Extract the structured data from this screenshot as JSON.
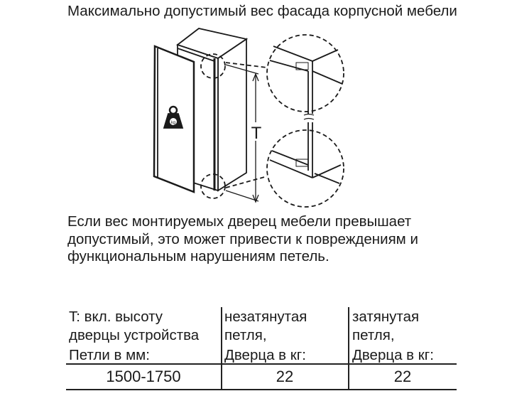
{
  "title": "Максимально допустимый вес фасада корпусной мебели",
  "figure": {
    "dimension_label": "T",
    "weight_icon_label": "kg"
  },
  "paragraph": "Если вес монтируемых дверец мебели превышает допустимый, это может привести к повреждениям и функциональным нарушениям петель.",
  "table": {
    "headers": [
      {
        "line1": "T: вкл. высоту",
        "line2": "дверцы устройства",
        "line3": "Петли в мм:"
      },
      {
        "line1": "незатянутая",
        "line2": "петля,",
        "line3": "Дверца в кг:"
      },
      {
        "line1": "затянутая",
        "line2": "петля,",
        "line3": "Дверца в кг:"
      }
    ],
    "rows": [
      [
        "1500-1750",
        "22",
        "22"
      ]
    ]
  }
}
